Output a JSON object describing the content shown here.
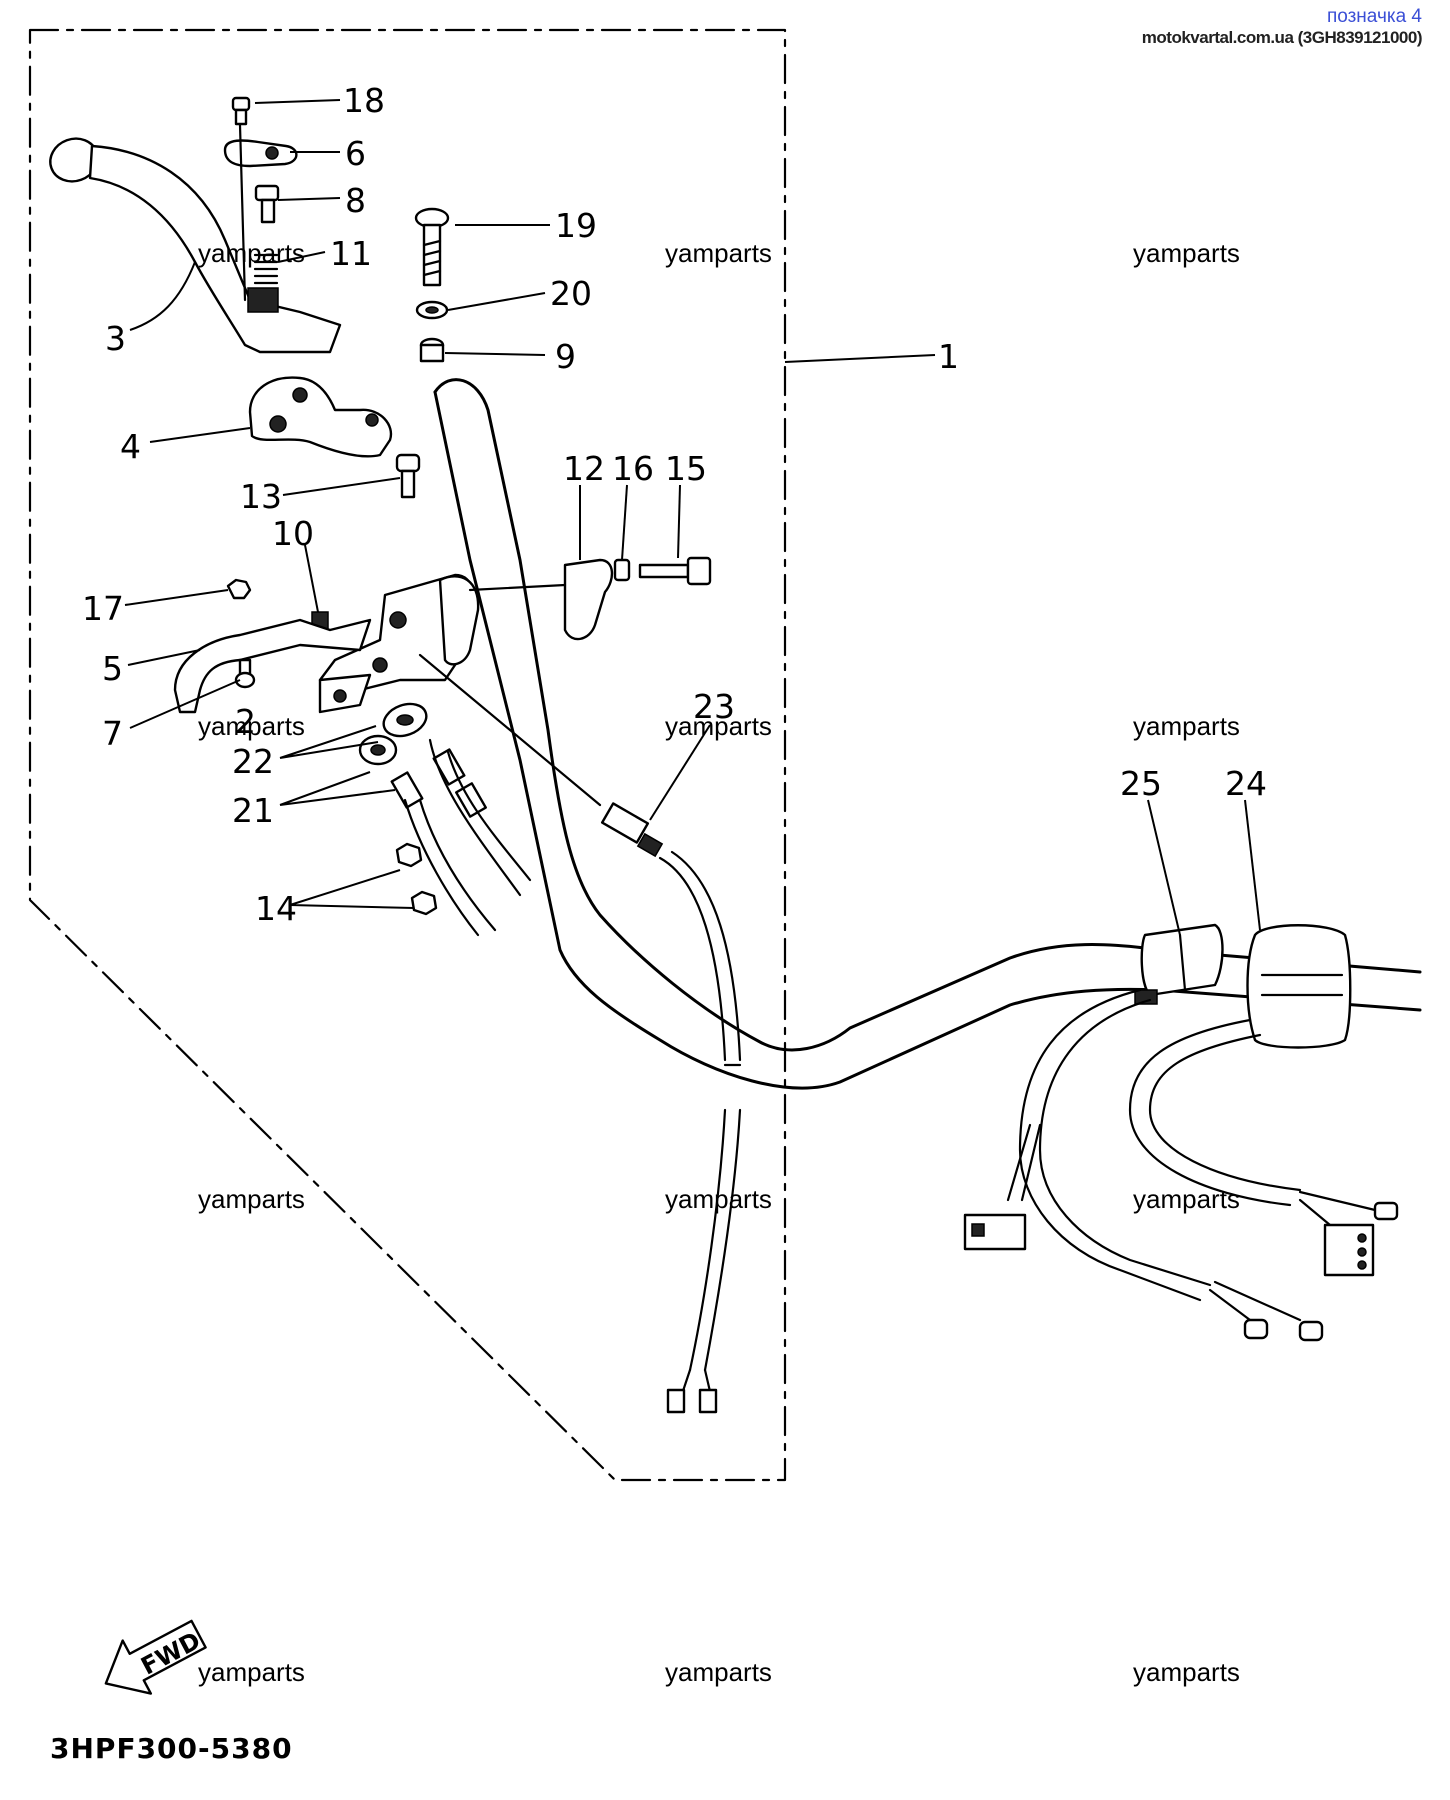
{
  "header": {
    "link_text": "позначка 4",
    "source_text": "motokvartal.com.ua (3GH839121000)"
  },
  "callouts": {
    "c1": "1",
    "c2": "2",
    "c3": "3",
    "c4": "4",
    "c5": "5",
    "c6": "6",
    "c7": "7",
    "c8": "8",
    "c9": "9",
    "c10": "10",
    "c11": "11",
    "c12": "12",
    "c13": "13",
    "c14": "14",
    "c15": "15",
    "c16": "16",
    "c17": "17",
    "c18": "18",
    "c19": "19",
    "c20": "20",
    "c21": "21",
    "c22": "22",
    "c23": "23",
    "c24": "24",
    "c25": "25"
  },
  "watermark": "yamparts",
  "fwd_label": "FWD",
  "drawing_code": "3HPF300-5380",
  "colors": {
    "line": "#000000",
    "header_link": "#3b4fd6",
    "background": "#ffffff"
  }
}
